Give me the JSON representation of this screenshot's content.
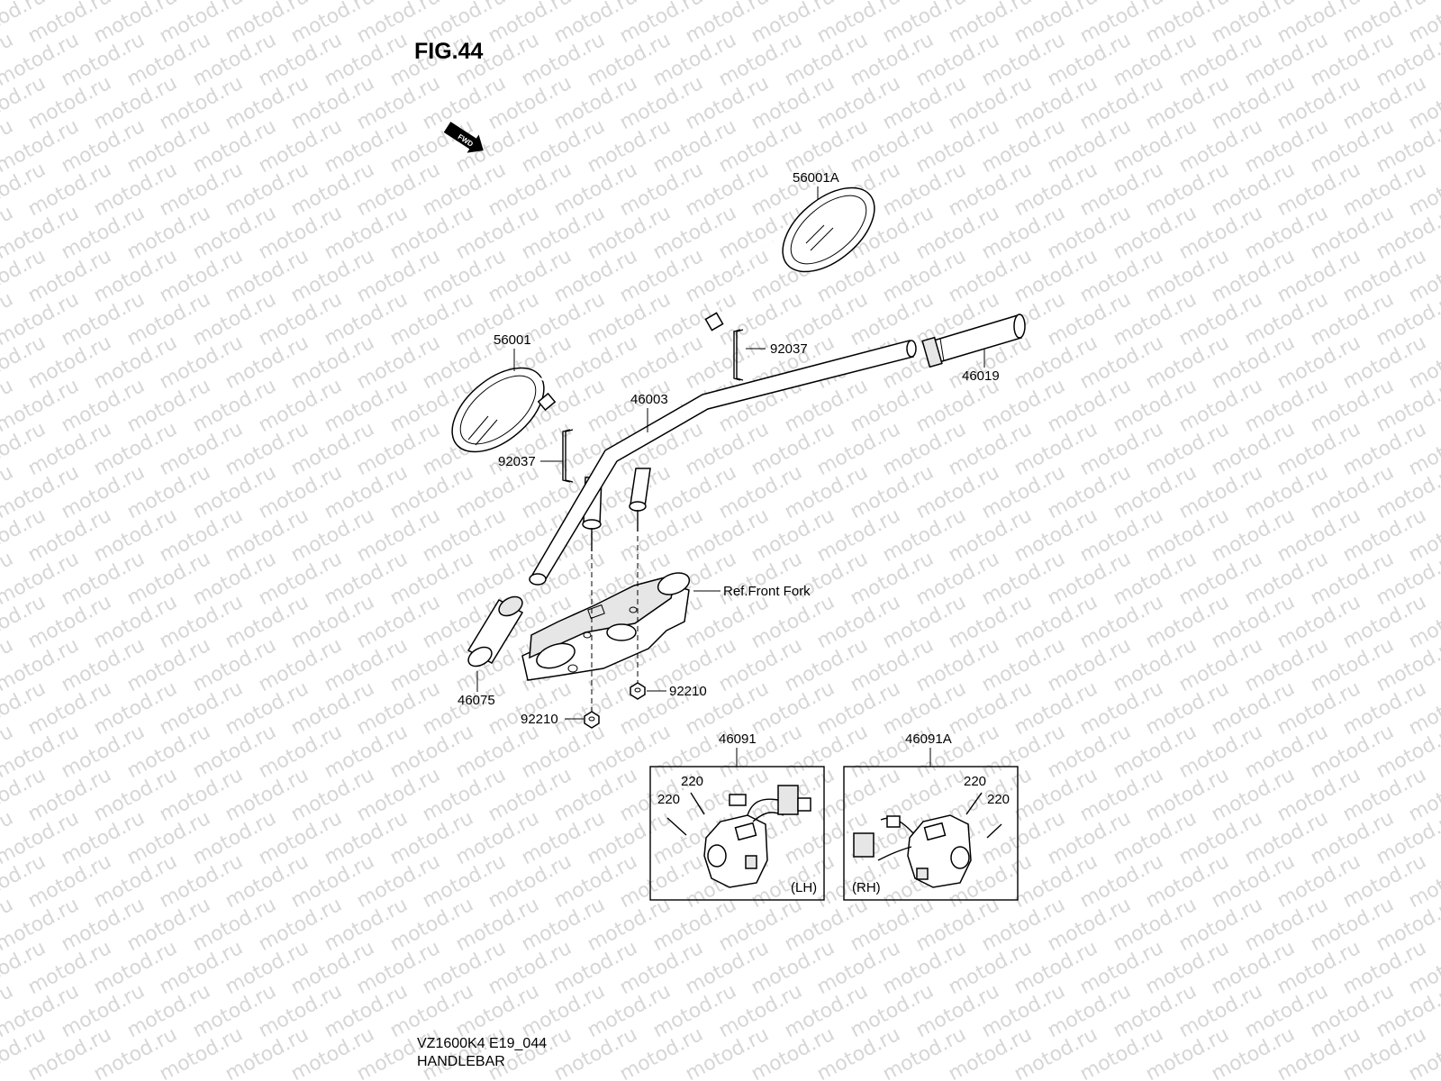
{
  "figure": {
    "title": "FIG.44",
    "fwd_label": "FWD"
  },
  "watermark": {
    "text": "motod.ru"
  },
  "labels": {
    "mirror_right": "56001A",
    "mirror_left": "56001",
    "clip_right": "92037",
    "clip_left": "92037",
    "handlebar": "46003",
    "grip_right": "46019",
    "grip_left": "46075",
    "front_fork_ref": "Ref.Front Fork",
    "nut_right": "92210",
    "nut_left": "92210",
    "switch_lh": "46091",
    "switch_rh": "46091A",
    "screw_lh_1": "220",
    "screw_lh_2": "220",
    "screw_rh_1": "220",
    "screw_rh_2": "220",
    "side_lh": "(LH)",
    "side_rh": "(RH)"
  },
  "footer": {
    "code": "VZ1600K4 E19_044",
    "name": "HANDLEBAR"
  }
}
